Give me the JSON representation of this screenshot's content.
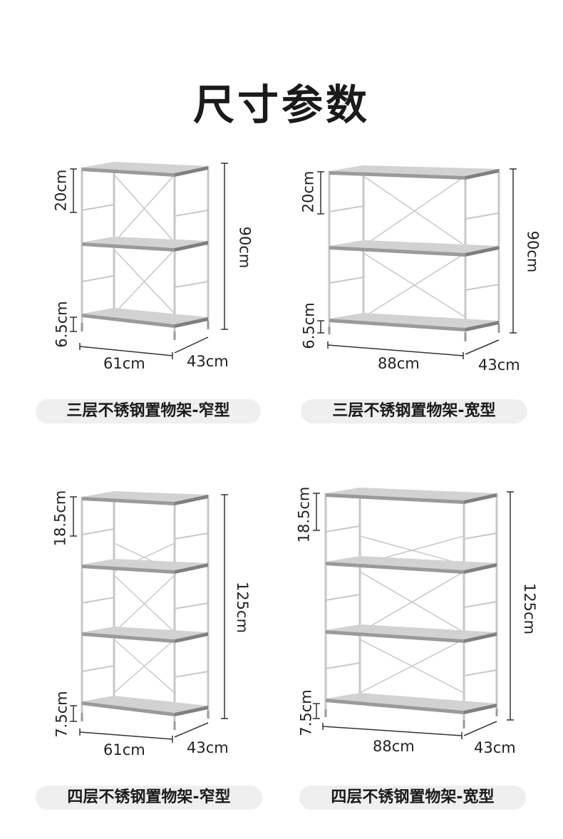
{
  "title": "尺寸参数",
  "products": [
    {
      "name": "三层不锈钢置物架-窄型",
      "layers": 3,
      "top_gap": "20cm",
      "bottom_gap": "6.5cm",
      "height": "90cm",
      "width": "61cm",
      "depth": "43cm"
    },
    {
      "name": "三层不锈钢置物架-宽型",
      "layers": 3,
      "top_gap": "20cm",
      "bottom_gap": "6.5cm",
      "height": "90cm",
      "width": "88cm",
      "depth": "43cm"
    },
    {
      "name": "四层不锈钢置物架-窄型",
      "layers": 4,
      "top_gap": "18.5cm",
      "bottom_gap": "7.5cm",
      "height": "125cm",
      "width": "61cm",
      "depth": "43cm"
    },
    {
      "name": "四层不锈钢置物架-宽型",
      "layers": 4,
      "top_gap": "18.5cm",
      "bottom_gap": "7.5cm",
      "height": "125cm",
      "width": "88cm",
      "depth": "43cm"
    }
  ],
  "colors": {
    "frame": "#c9c9c9",
    "shelf_top": "#d4d4d4",
    "shelf_edge": "#8c8c8c",
    "pill_bg": "#efefef",
    "dim_line": "#333333"
  }
}
